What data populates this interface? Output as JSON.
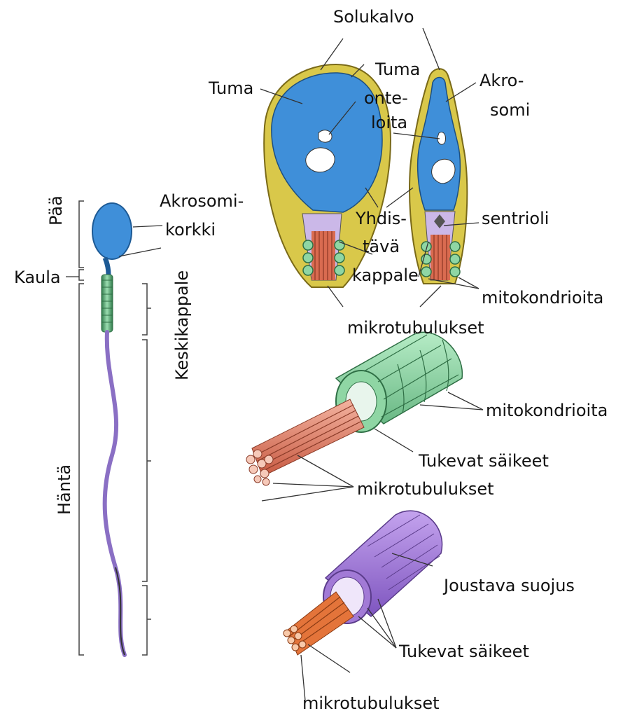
{
  "labels": {
    "solukalvo": "Solukalvo",
    "tuma": "Tuma",
    "tuma_onte_loita": [
      "Tuma",
      "onte-",
      "loita"
    ],
    "akrosomi": [
      "Akro-",
      "somi"
    ],
    "akrosomikorkki": [
      "Akrosomi-",
      "korkki"
    ],
    "paa": "Pää",
    "kaula": "Kaula",
    "keskikappale": "Keskikappale",
    "hanta": "Häntä",
    "yhdistava_kappale": [
      "Yhdis-",
      "tävä",
      "kappale"
    ],
    "sentrioli": "sentrioli",
    "mitokondrioita_top": "mitokondrioita",
    "mikrotubulukset_top": "mikrotubulukset",
    "mitokondrioita_mid": "mitokondrioita",
    "tukevat_saikeet_mid": "Tukevat säikeet",
    "mikrotubulukset_mid": "mikrotubulukset",
    "joustava_suojus": "Joustava suojus",
    "tukevat_saikeet_bottom": "Tukevat säikeet",
    "mikrotubulukset_bottom": "mikrotubulukset"
  },
  "colors": {
    "nucleus": "#3f8fd9",
    "membrane": "#d9c84a",
    "midpiece": "#6fbf8a",
    "mitochondria": "#8fd6a4",
    "tail": "#8a6fc4",
    "sheath": "#a27ad6",
    "microtubule": "#e98c72",
    "fiber_orange": "#e4743a"
  }
}
